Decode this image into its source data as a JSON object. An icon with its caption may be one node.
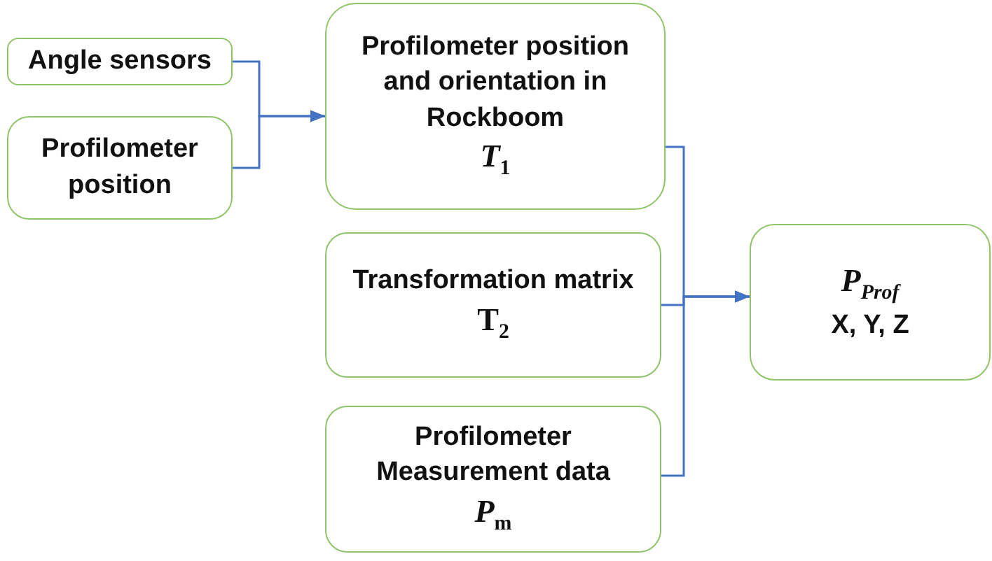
{
  "diagram": {
    "nodes": [
      {
        "text": [
          "Angle sensors"
        ]
      },
      {
        "text": [
          "Profilometer position"
        ]
      },
      {
        "text": [
          "Profilometer position and orientation in Rockboom",
          "*T*$_{1}$"
        ]
      },
      {
        "text": [
          "Transformation matrix",
          "T$_{2}$"
        ]
      },
      {
        "text": [
          "Profilometer Measurement data",
          "*P*$_{m}$"
        ]
      },
      {
        "text": [
          "P$_{Prof}$",
          "X, Y, Z"
        ]
      }
    ],
    "edges": [
      {
        "from": 0,
        "to": 2,
        "arrow": "to"
      },
      {
        "from": 1,
        "to": 2,
        "arrow": "to"
      },
      {
        "from": 2,
        "to": 5,
        "arrow": "to"
      },
      {
        "from": 3,
        "to": 5,
        "arrow": "to"
      },
      {
        "from": 4,
        "to": 5,
        "arrow": "to"
      }
    ]
  }
}
